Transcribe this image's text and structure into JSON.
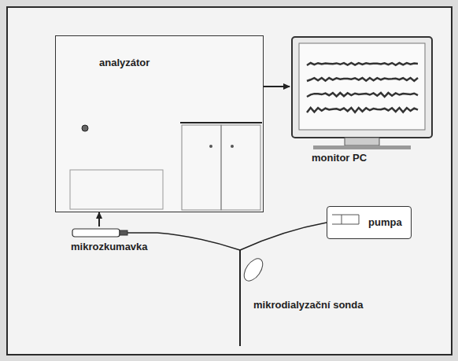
{
  "diagram": {
    "nodes": [
      {
        "text": [
          "analyzátor"
        ]
      },
      {
        "text": [
          "monitor PC"
        ]
      },
      {
        "text": [
          "mikrozkumavka"
        ]
      },
      {
        "text": [
          "pumpa"
        ]
      }
    ],
    "edges": [
      {
        "from": 0,
        "to": 1,
        "arrow": "to"
      },
      {
        "from": 2,
        "to": 0,
        "arrow": "to"
      },
      {
        "from": 2,
        "to": 3,
        "arrow": "none"
      }
    ],
    "labels": [
      "mikrodialyzační sonda"
    ]
  }
}
